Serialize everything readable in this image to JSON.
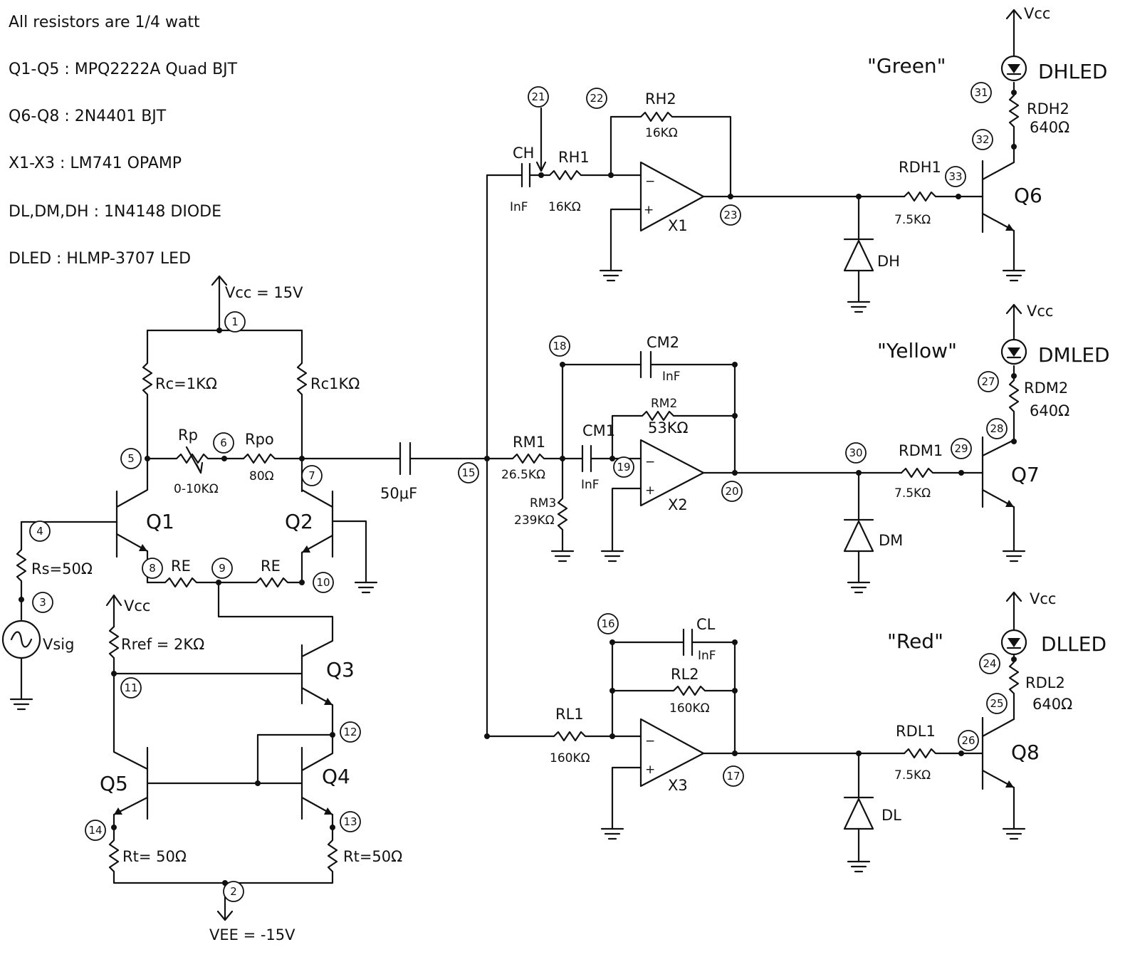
{
  "notes": [
    "All resistors are 1/4 watt",
    "Q1-Q5 : MPQ2222A  Quad BJT",
    "Q6-Q8 : 2N4401  BJT",
    "X1-X3 : LM741  OPAMP",
    "DL,DM,DH : 1N4148  DIODE",
    "DLED : HLMP-3707  LED"
  ],
  "supply": {
    "vcc": "Vcc = 15V",
    "vee": "VEE = -15V",
    "vcc_short": "Vcc"
  },
  "transistors": {
    "q1": "Q1",
    "q2": "Q2",
    "q3": "Q3",
    "q4": "Q4",
    "q5": "Q5",
    "q6": "Q6",
    "q7": "Q7",
    "q8": "Q8"
  },
  "opamps": {
    "x1": "X1",
    "x2": "X2",
    "x3": "X3"
  },
  "resistors": {
    "rc_left": "Rc=1KΩ",
    "rc_right": "Rc1KΩ",
    "rp": "Rp",
    "rp_value": "0-10KΩ",
    "rpo": "Rpo",
    "rpo_value": "80Ω",
    "re_left": "RE",
    "re_right": "RE",
    "rs": "Rs=50Ω",
    "rref": "Rref = 2KΩ",
    "rt_left": "Rt= 50Ω",
    "rt_right": "Rt=50Ω",
    "rh1": "RH1",
    "rh1_value": "16KΩ",
    "rh2": "RH2",
    "rh2_value": "16KΩ",
    "rm1": "RM1",
    "rm1_value": "26.5KΩ",
    "rm2": "RM2",
    "rm2_value": "53KΩ",
    "rm3": "RM3",
    "rm3_value": "239KΩ",
    "rl1": "RL1",
    "rl1_value": "160KΩ",
    "rl2": "RL2",
    "rl2_value": "160KΩ",
    "rdh1": "RDH1",
    "rdh1_value": "7.5KΩ",
    "rdh2": "RDH2",
    "rdh2_value": "640Ω",
    "rdm1": "RDM1",
    "rdm1_value": "7.5KΩ",
    "rdm2": "RDM2",
    "rdm2_value": "640Ω",
    "rdl1": "RDL1",
    "rdl1_value": "7.5KΩ",
    "rdl2": "RDL2",
    "rdl2_value": "640Ω"
  },
  "capacitors": {
    "coupling": "50μF",
    "ch": "CH",
    "ch_value": "InF",
    "cm1": "CM1",
    "cm1_value": "InF",
    "cm2": "CM2",
    "cm2_value": "InF",
    "cl": "CL",
    "cl_value": "InF"
  },
  "diodes": {
    "dh": "DH",
    "dm": "DM",
    "dl": "DL",
    "dhled": "DHLED",
    "dmled": "DMLED",
    "dlled": "DLLED"
  },
  "source": {
    "vsig": "Vsig"
  },
  "colors": {
    "green": "\"Green\"",
    "yellow": "\"Yellow\"",
    "red": "\"Red\""
  },
  "nodes": {
    "n1": "1",
    "n2": "2",
    "n3": "3",
    "n4": "4",
    "n5": "5",
    "n6": "6",
    "n7": "7",
    "n8": "8",
    "n9": "9",
    "n10": "10",
    "n11": "11",
    "n12": "12",
    "n13": "13",
    "n14": "14",
    "n15": "15",
    "n16": "16",
    "n17": "17",
    "n18": "18",
    "n19": "19",
    "n20": "20",
    "n21": "21",
    "n22": "22",
    "n23": "23",
    "n24": "24",
    "n25": "25",
    "n26": "26",
    "n27": "27",
    "n28": "28",
    "n29": "29",
    "n30": "30",
    "n31": "31",
    "n32": "32",
    "n33": "33"
  }
}
